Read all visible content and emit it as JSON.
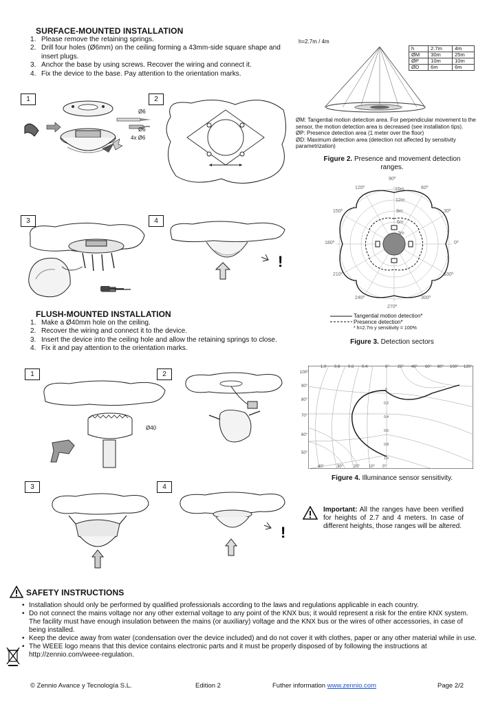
{
  "surface": {
    "title": "SURFACE-MOUNTED INSTALLATION",
    "steps": [
      "Please remove the retaining springs.",
      "Drill four holes (Ø6mm) on the ceiling forming a 43mm-side square shape and insert plugs.",
      "Anchor the base by using screws. Recover the wiring and connect it.",
      "Fix the device to the base. Pay attention to the orientation marks."
    ],
    "step_numbers": [
      "1.",
      "2.",
      "3.",
      "4."
    ],
    "box_labels": [
      "1",
      "2",
      "3",
      "4"
    ],
    "drill_labels": [
      "Ø6",
      "Ø6",
      "4x Ø6"
    ]
  },
  "flush": {
    "title": "FLUSH-MOUNTED INSTALLATION",
    "steps": [
      "Make a Ø40mm hole on the ceiling.",
      "Recover the wiring and connect it to the device.",
      "Insert the device into the ceiling hole and allow the retaining springs to close.",
      "Fix it and pay attention to the orientation marks."
    ],
    "step_numbers": [
      "1.",
      "2.",
      "3.",
      "4."
    ],
    "box_labels": [
      "1",
      "2",
      "3",
      "4"
    ],
    "hole_label": "Ø40"
  },
  "figure2": {
    "height_label": "h=2.7m / 4m",
    "table": {
      "header": [
        "h",
        "2.7m",
        "4m"
      ],
      "rows": [
        {
          "symbol": "ØM",
          "v27": "30m",
          "v4": "25m"
        },
        {
          "symbol": "ØP",
          "v27": "10m",
          "v4": "10m"
        },
        {
          "symbol": "ØD",
          "v27": "6m",
          "v4": "6m"
        }
      ]
    },
    "legend": [
      "ØM: Tangential motion detection area. For perpendicular movement to the sensor, the motion detection area is decreased (see installation tips).",
      "ØP: Presence detection area (1 meter over the floor)",
      "ØD: Maximum detection area (detection not affected by sensitivity parametrization)"
    ],
    "caption_bold": "Figure 2.",
    "caption_rest": "Presence and movement detection ranges."
  },
  "figure3": {
    "angles": [
      "90º",
      "60º",
      "30º",
      "0º",
      "330º",
      "300º",
      "270º",
      "240º",
      "210º",
      "180º",
      "150º",
      "120º"
    ],
    "rings": [
      "15m",
      "12m",
      "9m",
      "6m",
      "3m"
    ],
    "legend_motion": "Tangential motion detection*",
    "legend_presence": "Presence detection*",
    "legend_note": "* h=2.7m y sensitivity = 100%",
    "caption_bold": "Figure 3.",
    "caption_rest": "Detection sectors"
  },
  "figure4": {
    "top_scale": [
      "1.0",
      "0.8",
      "0.6",
      "0.4",
      "0°",
      "20°",
      "40°",
      "60°",
      "80°",
      "100°",
      "120°"
    ],
    "left_scale": [
      "100°",
      "90°",
      "80°",
      "70°",
      "60°",
      "50°"
    ],
    "bottom_scale": [
      "40°",
      "30°",
      "20°",
      "10°",
      "0°"
    ],
    "center_scale": [
      "0",
      "0.2",
      "0.4",
      "0.6",
      "0.8",
      "1.0"
    ],
    "caption_bold": "Figure 4.",
    "caption_rest": "Illuminance sensor sensitivity."
  },
  "important": {
    "label": "Important:",
    "text": "All the ranges have been verified for heights of 2.7 and 4 meters. In case of different heights, those ranges will be altered."
  },
  "safety": {
    "title": "SAFETY INSTRUCTIONS",
    "items": [
      "Installation should only be performed by qualified professionals according to the laws and regulations applicable in each country.",
      "Do not connect the mains voltage nor any other external voltage to any point of the KNX bus; it would represent a risk for the entire KNX system. The facility must have enough insulation between the mains (or auxiliary) voltage and the KNX bus or the wires of other accessories, in case of being installed.",
      "Keep the device away from water (condensation over the device included) and do not cover it with clothes, paper or any other material while in use.",
      "The WEEE logo means that this device contains electronic parts and it must be properly disposed of by following the instructions at http://zennio.com/weee-regulation."
    ]
  },
  "footer": {
    "company": "© Zennio Avance y Tecnología S.L.",
    "edition": "Edition 2",
    "further": "Futher information",
    "link": "www.zennio.com",
    "page": "Page 2/2"
  }
}
